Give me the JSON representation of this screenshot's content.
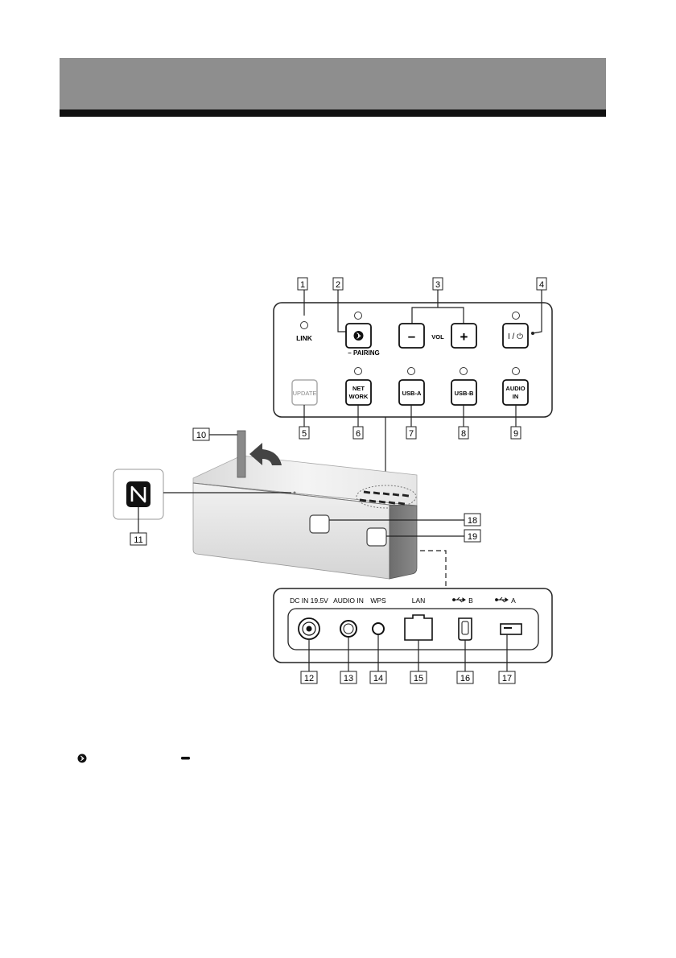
{
  "control_panel": {
    "link_label": "LINK",
    "pairing_label": "– PAIRING",
    "vol_label": "VOL",
    "vol_minus": "–",
    "vol_plus": "+",
    "power_label": "I / ⏻",
    "update_label": "UPDATE",
    "network_line1": "NET",
    "network_line2": "WORK",
    "usb_a_label": "USB-A",
    "usb_b_label": "USB-B",
    "audio_in_line1": "AUDIO",
    "audio_in_line2": "IN"
  },
  "rear_panel": {
    "dc_in_label": "DC IN 19.5V",
    "audio_in_label": "AUDIO IN",
    "wps_label": "WPS",
    "lan_label": "LAN",
    "usb_b_label": "B",
    "usb_a_label": "A"
  },
  "callouts": {
    "c1": "1",
    "c2": "2",
    "c3": "3",
    "c4": "4",
    "c5": "5",
    "c6": "6",
    "c7": "7",
    "c8": "8",
    "c9": "9",
    "c10": "10",
    "c11": "11",
    "c12": "12",
    "c13": "13",
    "c14": "14",
    "c15": "15",
    "c16": "16",
    "c17": "17",
    "c18": "18",
    "c19": "19"
  },
  "colors": {
    "header_band": "#8e8e8e",
    "header_rule": "#111111",
    "line": "#222222"
  }
}
